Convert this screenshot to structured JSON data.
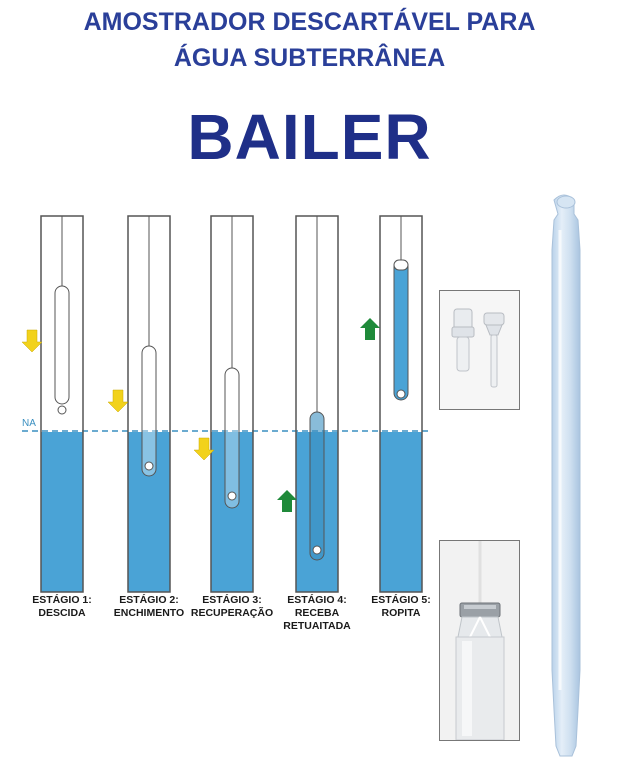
{
  "title": {
    "line1": "AMOSTRADOR DESCARTÁVEL PARA",
    "line2": "ÁGUA SUBTERRÂNEA",
    "line3": "BAILER"
  },
  "water_level_label": "NA",
  "stages": [
    {
      "line1": "ESTÁGIO 1:",
      "line2": "DESCIDA",
      "line3": "",
      "arrow": "down"
    },
    {
      "line1": "ESTÁGIO 2:",
      "line2": "ENCHIMENTO",
      "line3": "",
      "arrow": "down"
    },
    {
      "line1": "ESTÁGIO 3:",
      "line2": "RECUPERAÇÃO",
      "line3": "",
      "arrow": "down"
    },
    {
      "line1": "ESTÁGIO 4:",
      "line2": "RECEBA",
      "line3": "RETUAITADA",
      "arrow": "up"
    },
    {
      "line1": "ESTÁGIO 5:",
      "line2": "ROPITA",
      "line3": "",
      "arrow": "up"
    }
  ],
  "colors": {
    "title": "#2a3f99",
    "water": "#4aa3d6",
    "water_line": "#3a8fc0",
    "arrow_down": "#f2d21b",
    "arrow_up": "#1f8a3a"
  }
}
